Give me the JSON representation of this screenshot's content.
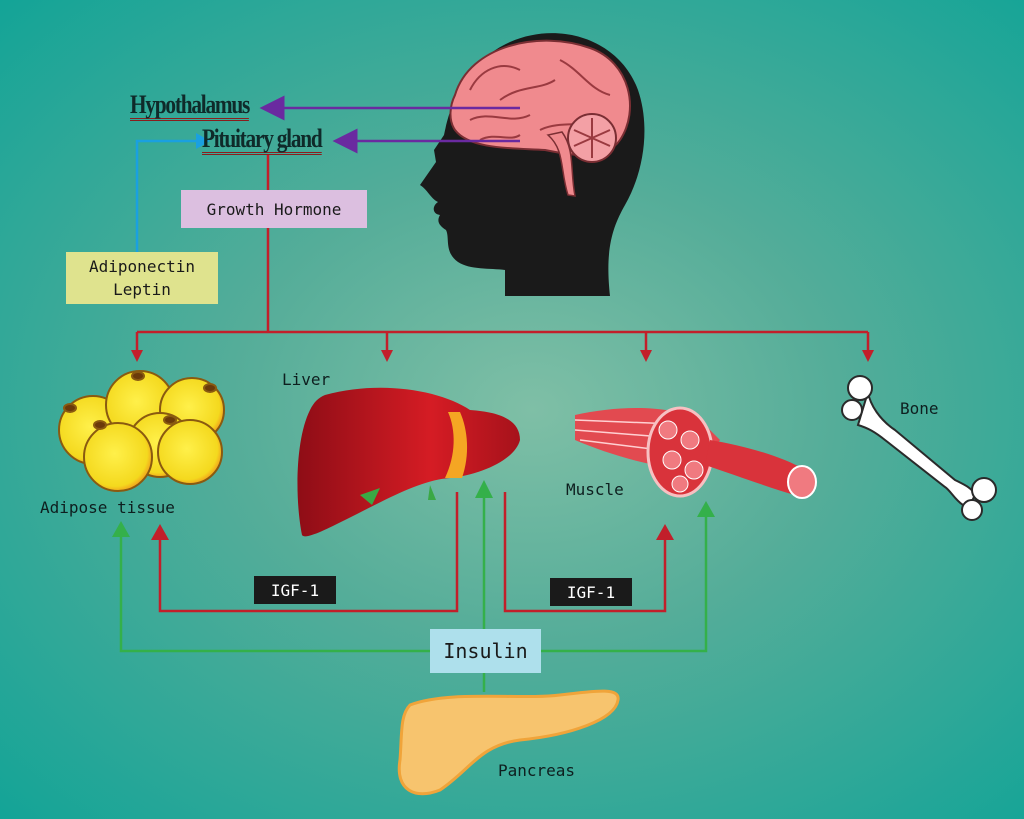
{
  "colors": {
    "background_center": "#7fbfa6",
    "background_edge": "#13a497",
    "purple_arrow": "#6a2aa0",
    "blue_arrow": "#1aa0e0",
    "red_arrow": "#c21f2a",
    "green_arrow": "#34b04a",
    "head_silhouette": "#1a1a1a",
    "brain": "#f08a8e",
    "liver": "#b8141f",
    "muscle": "#d9333b",
    "fat_cell": "#f6e12a",
    "pancreas": "#f7c46e",
    "bone": "#ffffff"
  },
  "labels": {
    "hypothalamus": "Hypothalamus",
    "pituitary": "Pituitary gland",
    "growth_hormone": "Growth Hormone",
    "adiponectin_leptin": "Adiponectin\nLeptin",
    "liver": "Liver",
    "adipose": "Adipose tissue",
    "muscle": "Muscle",
    "bone": "Bone",
    "igf_left": "IGF-1",
    "igf_right": "IGF-1",
    "insulin": "Insulin",
    "pancreas": "Pancreas"
  },
  "icons": [
    "head-brain-icon",
    "fat-cells-icon",
    "liver-icon",
    "muscle-icon",
    "bone-icon",
    "pancreas-icon"
  ]
}
